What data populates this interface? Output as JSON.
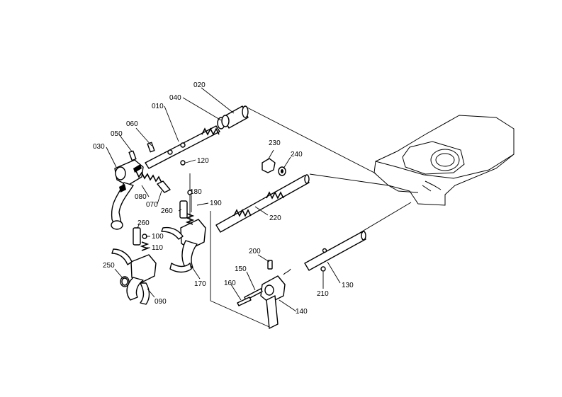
{
  "part_labels": {
    "p010": "010",
    "p020": "020",
    "p030": "030",
    "p040": "040",
    "p050": "050",
    "p060": "060",
    "p070": "070",
    "p080": "080",
    "p090": "090",
    "p100": "100",
    "p110": "110",
    "p120": "120",
    "p130": "130",
    "p140": "140",
    "p150": "150",
    "p160": "160",
    "p170": "170",
    "p180": "180",
    "p190": "190",
    "p200": "200",
    "p210": "210",
    "p220": "220",
    "p230": "230",
    "p240": "240",
    "p250": "250",
    "p260a": "260",
    "p260b": "260"
  }
}
